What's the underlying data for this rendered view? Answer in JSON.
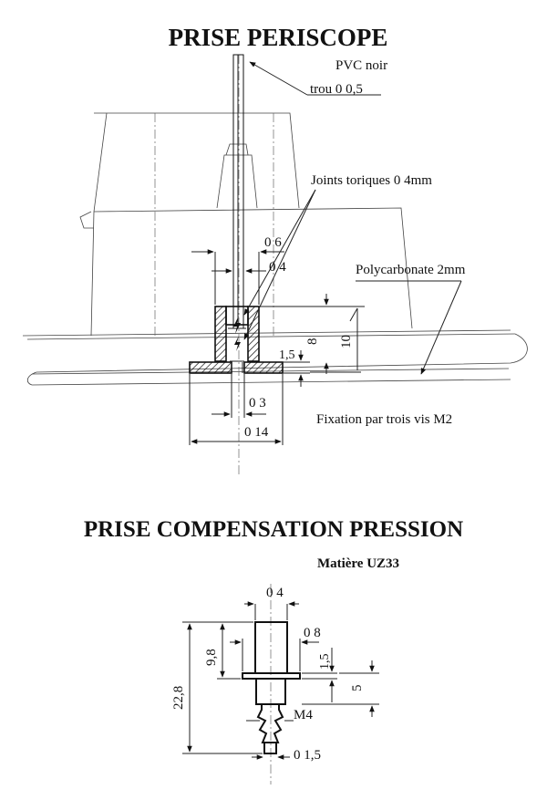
{
  "periscope": {
    "title": "PRISE PERISCOPE",
    "labels": {
      "material": "PVC noir",
      "hole": "trou 0 0,5",
      "orings": "Joints toriques 0 4mm",
      "d6": "0 6",
      "d4": "0 4",
      "polycarb": "Polycarbonate 2mm",
      "h8": "8",
      "h10": "10",
      "t15": "1,5",
      "d3": "0 3",
      "d14": "0 14",
      "fixation": "Fixation par trois vis M2"
    }
  },
  "compensation": {
    "title": "PRISE COMPENSATION PRESSION",
    "material": "Matière UZ33",
    "labels": {
      "d4": "0 4",
      "d8": "0 8",
      "h98": "9,8",
      "h15": "1,5",
      "h5": "5",
      "h228": "22,8",
      "m4": "M4",
      "d15": "0 1,5"
    }
  }
}
